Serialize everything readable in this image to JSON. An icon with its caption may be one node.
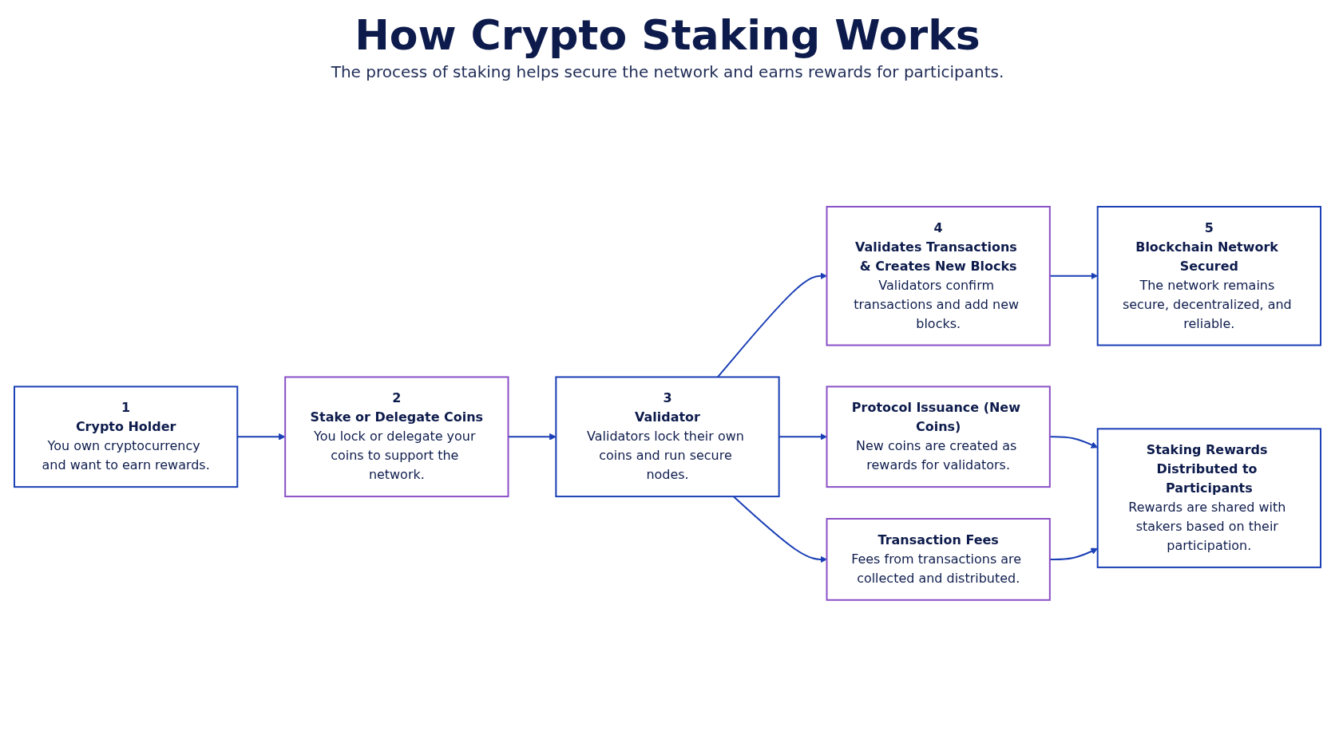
{
  "diagram": {
    "title": "How Crypto Staking Works",
    "nodes": [
      {
        "text": [
          "1",
          "Crypto Holder",
          "You own cryptocurrency and want to earn rewards."
        ]
      },
      {
        "text": [
          "2",
          "Stake or Delegate Coins",
          "You lock or delegate your coins to support the network."
        ]
      },
      {
        "text": [
          "3",
          "Validator",
          "Validators lock their own coins and run secure nodes."
        ]
      },
      {
        "text": [
          "4",
          "Validates Transactions & Creates New Blocks",
          "Validators confirm transactions and add new blocks."
        ]
      },
      {
        "text": [
          "5",
          "Blockchain Network Secured",
          "The network remains secure, decentralized, and reliable."
        ]
      },
      {
        "text": [
          "Protocol Issuance (New Coins)",
          "New coins are created as rewards for validators."
        ]
      },
      {
        "text": [
          "Transaction Fees",
          "Fees from transactions are collected and distributed."
        ]
      },
      {
        "text": [
          "Staking Rewards Distributed to Participants",
          "Rewards are shared with stakers based on their participation."
        ]
      }
    ],
    "edges": [
      {
        "from": 0,
        "to": 1,
        "arrow": "to"
      },
      {
        "from": 1,
        "to": 2,
        "arrow": "to"
      },
      {
        "from": 2,
        "to": 3,
        "arrow": "to"
      },
      {
        "from": 3,
        "to": 4,
        "arrow": "to"
      },
      {
        "from": 2,
        "to": 5,
        "arrow": "to"
      },
      {
        "from": 2,
        "to": 6,
        "arrow": "to"
      },
      {
        "from": 5,
        "to": 7,
        "arrow": "to"
      },
      {
        "from": 6,
        "to": 7,
        "arrow": "to"
      }
    ],
    "labels": [
      "The process of staking helps secure the network and earns rewards for participants."
    ]
  }
}
